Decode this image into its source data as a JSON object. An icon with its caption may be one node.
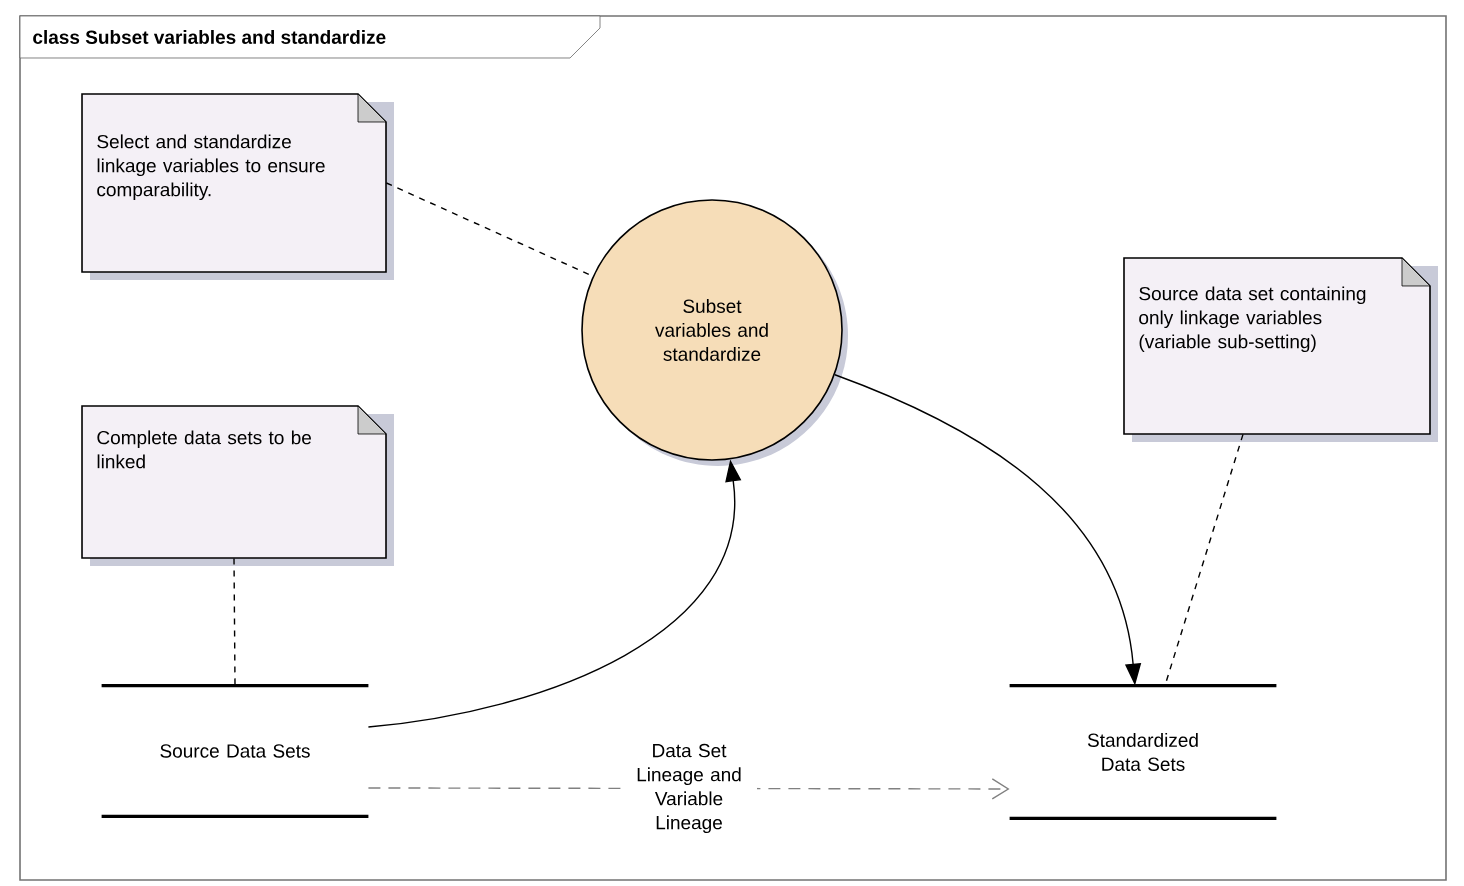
{
  "diagram": {
    "title": "class Subset variables and standardize",
    "nodes": [
      {
        "text": [
          "Select and standardize linkage variables to ensure comparability."
        ]
      },
      {
        "text": [
          "Subset variables and standardize"
        ]
      },
      {
        "text": [
          "Source data set containing only linkage variables (variable sub-setting)"
        ]
      },
      {
        "text": [
          "Complete data sets to be linked"
        ]
      },
      {
        "text": [
          "Source Data Sets"
        ]
      },
      {
        "text": [
          "Standardized Data Sets"
        ]
      }
    ],
    "edges": [
      {
        "from": 0,
        "to": 1,
        "arrow": "none",
        "style": "dashed"
      },
      {
        "from": 2,
        "to": 5,
        "arrow": "none",
        "style": "dashed"
      },
      {
        "from": 3,
        "to": 4,
        "arrow": "none",
        "style": "dashed"
      },
      {
        "from": 4,
        "to": 1,
        "arrow": "to"
      },
      {
        "from": 1,
        "to": 5,
        "arrow": "to"
      },
      {
        "from": 4,
        "to": 5,
        "arrow": "to",
        "style": "dashed",
        "color": "#808080",
        "label": "Data Set Lineage and Variable Lineage"
      }
    ]
  }
}
